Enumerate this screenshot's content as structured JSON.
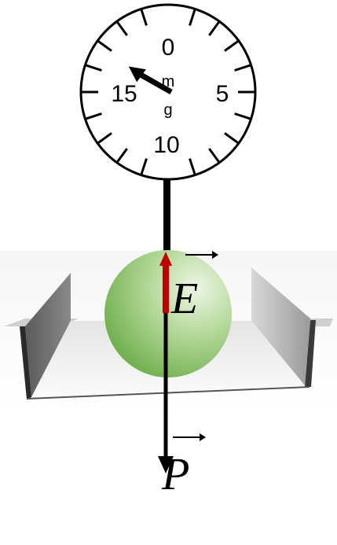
{
  "dial": {
    "labels": [
      "0",
      "5",
      "10",
      "15"
    ],
    "unit_top": "m",
    "unit_bottom": "g",
    "needle_reading": 17
  },
  "vectors": {
    "buoyancy_label": "E",
    "weight_label": "P"
  },
  "colors": {
    "buoyancy_arrow": "#c00000",
    "sphere": "#7dbf5c",
    "weight_arrow": "#000000"
  }
}
